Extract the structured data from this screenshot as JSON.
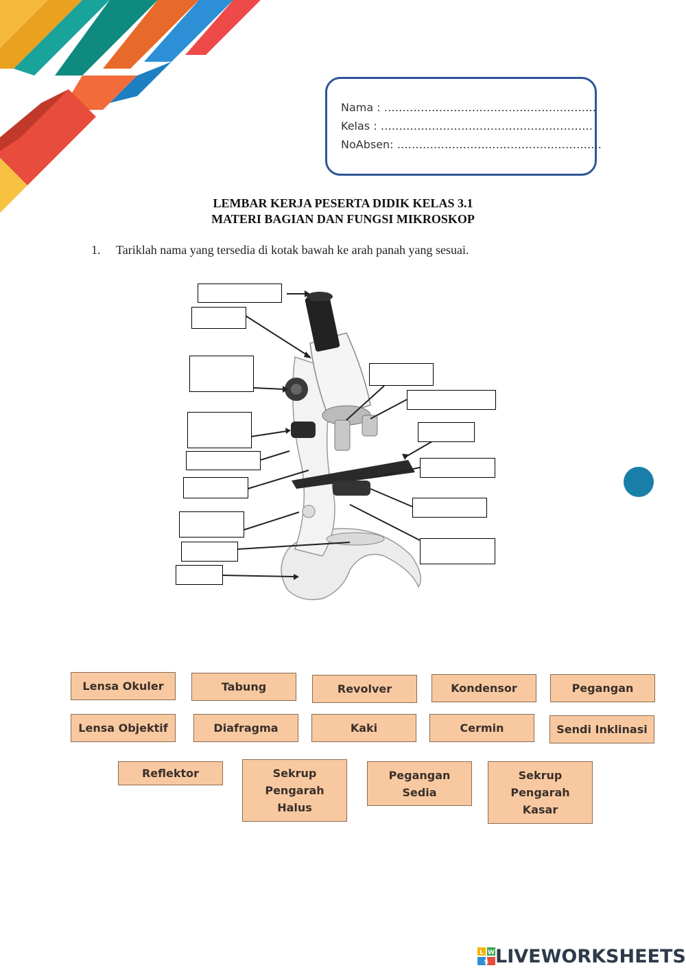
{
  "info": {
    "nama": "Nama  : ………………………………………………….",
    "kelas": "Kelas   : ………………………………………………….",
    "absen": "NoAbsen: ……………………………………………….."
  },
  "title": {
    "line1": "LEMBAR KERJA PESERTA DIDIK KELAS 3.1",
    "line2": "MATERI BAGIAN DAN FUNGSI MIKROSKOP"
  },
  "question": {
    "number": "1.",
    "text": "Tariklah nama yang tersedia di kotak bawah ke arah panah yang sesuai."
  },
  "tiles": {
    "lensa_okuler": "Lensa Okuler",
    "tabung": "Tabung",
    "revolver": "Revolver",
    "kondensor": "Kondensor",
    "pegangan": "Pegangan",
    "lensa_objektif": "Lensa Objektif",
    "diafragma": "Diafragma",
    "kaki": "Kaki",
    "cermin": "Cermin",
    "sendi_inklinasi": "Sendi Inklinasi",
    "reflektor": "Reflektor",
    "sekrup_halus": [
      "Sekrup",
      "Pengarah",
      "Halus"
    ],
    "pegangan_sedia": [
      "Pegangan",
      "Sedia"
    ],
    "sekrup_kasar": [
      "Sekrup",
      "Pengarah",
      "Kasar"
    ]
  },
  "brand": {
    "logo_letters": "LWS",
    "text": "LIVEWORKSHEETS"
  },
  "colors": {
    "tile_fill": "#f8c9a0",
    "info_border": "#2f5597",
    "dot": "#1a7fa8"
  }
}
